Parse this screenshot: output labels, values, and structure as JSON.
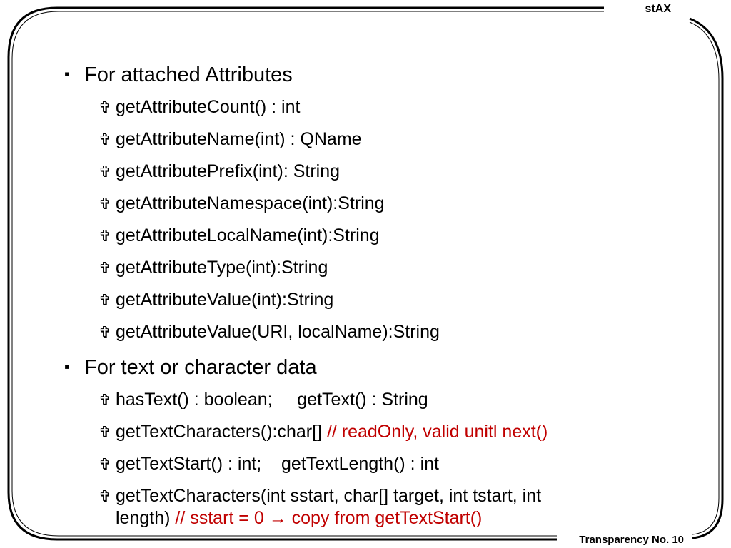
{
  "header": {
    "label": "stAX"
  },
  "footer": {
    "label": "Transparency No. 10"
  },
  "markers": {
    "l1": "▪",
    "l2": "✞"
  },
  "colors": {
    "accent_red": "#c00000",
    "frame": "#000000"
  },
  "sections": [
    {
      "heading": "For attached Attributes",
      "items": [
        {
          "text": "getAttributeCount() : int"
        },
        {
          "text": "getAttributeName(int) : QName"
        },
        {
          "text": "getAttributePrefix(int): String"
        },
        {
          "text": "getAttributeNamespace(int):String"
        },
        {
          "text": "getAttributeLocalName(int):String"
        },
        {
          "text": "getAttributeType(int):String"
        },
        {
          "text": "getAttributeValue(int):String"
        },
        {
          "text": "getAttributeValue(URI, localName):String"
        }
      ]
    },
    {
      "heading": "For text or character data",
      "items": [
        {
          "text": "hasText() : boolean;     getText() : String"
        },
        {
          "text": "getTextCharacters():char[] ",
          "comment": "// readOnly, valid unitl next()"
        },
        {
          "text": "getTextStart() : int;    getTextLength() : int"
        },
        {
          "text": "getTextCharacters(int sstart, char[] target, int tstart, int",
          "cont_text": "length) ",
          "cont_comment": "// sstart = 0 → copy from getTextStart()"
        }
      ]
    }
  ]
}
